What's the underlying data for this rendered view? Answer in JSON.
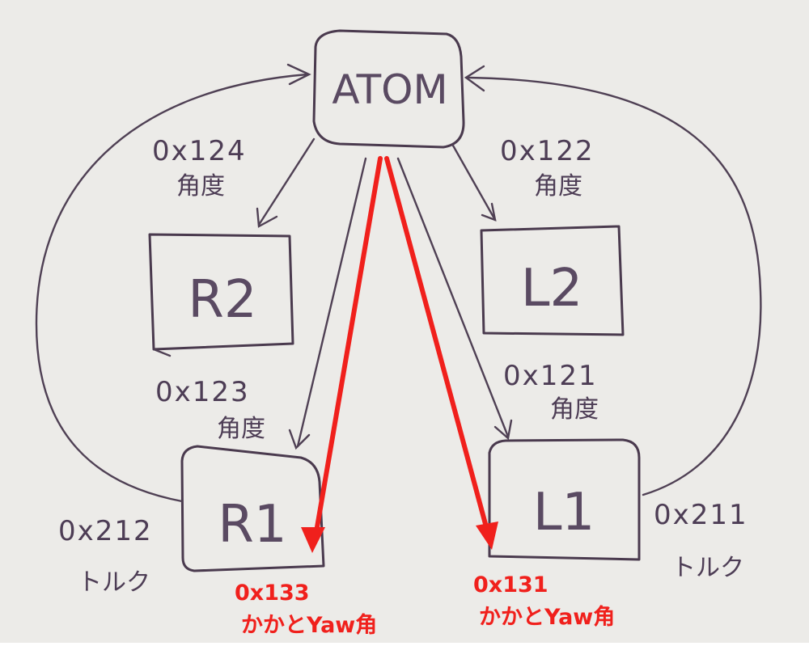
{
  "nodes": {
    "atom": "ATOM",
    "r2": "R2",
    "l2": "L2",
    "r1": "R1",
    "l1": "L1"
  },
  "labels": {
    "r2_id": "0x124",
    "r2_kind": "角度",
    "l2_id": "0x122",
    "l2_kind": "角度",
    "r1_id": "0x123",
    "r1_kind": "角度",
    "l1_id": "0x121",
    "l1_kind": "角度",
    "r1_torque_id": "0x212",
    "r1_torque_kind": "トルク",
    "l1_torque_id": "0x211",
    "l1_torque_kind": "トルク"
  },
  "annotations": {
    "r1_heel_id": "0x133",
    "r1_heel_text": "かかとYaw角",
    "l1_heel_id": "0x131",
    "l1_heel_text": "かかとYaw角"
  },
  "colors": {
    "ink": "#4a3a4e",
    "annotation_red": "#f0201c",
    "paper": "#ecebe8"
  }
}
